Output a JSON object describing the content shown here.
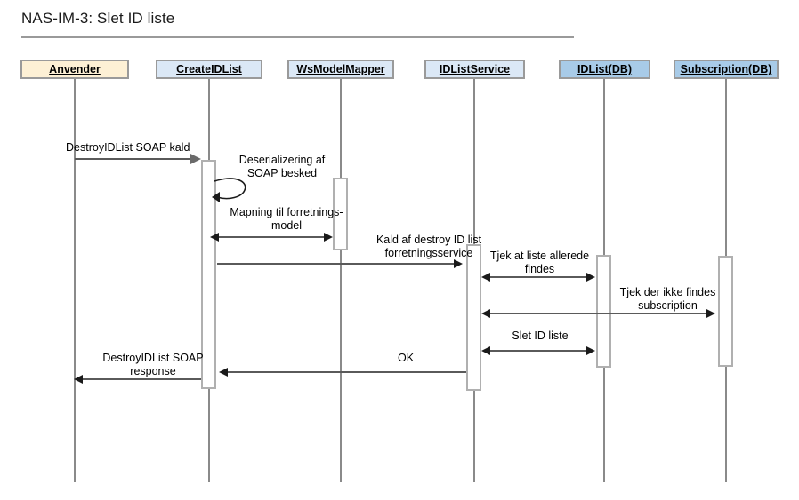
{
  "diagram": {
    "title": "NAS-IM-3: Slet ID liste",
    "type": "uml-sequence-diagram"
  },
  "colors": {
    "actor_fill": "#fdf0d5",
    "component_fill": "#dbe8f6",
    "database_fill": "#a8cbe8",
    "border": "#9a9a9a",
    "line": "#8a8a8a",
    "arrow": "#5a5a5a",
    "text": "#000000"
  },
  "participants": [
    {
      "id": "anvender",
      "label": "Anvender",
      "kind": "actor",
      "fill": "#fdf0d5"
    },
    {
      "id": "createidlist",
      "label": "CreateIDList",
      "kind": "component",
      "fill": "#dbe8f6"
    },
    {
      "id": "wsmodelmapper",
      "label": "WsModelMapper",
      "kind": "component",
      "fill": "#dbe8f6"
    },
    {
      "id": "idlistservice",
      "label": "IDListService",
      "kind": "component",
      "fill": "#dbe8f6"
    },
    {
      "id": "idlistdb",
      "label": "IDList(DB)",
      "kind": "database",
      "fill": "#a8cbe8"
    },
    {
      "id": "subscriptiondb",
      "label": "Subscription(DB)",
      "kind": "database",
      "fill": "#a8cbe8"
    }
  ],
  "messages": [
    {
      "id": "m1",
      "label": "DestroyIDList SOAP kald",
      "from": "anvender",
      "to": "createidlist",
      "style": "solid-arrow"
    },
    {
      "id": "m2",
      "label": "Deserializering af\nSOAP besked",
      "from": "createidlist",
      "to": "createidlist",
      "style": "self-loop"
    },
    {
      "id": "m3",
      "label": "Mapning til forretnings-\nmodel",
      "from": "createidlist",
      "to": "wsmodelmapper",
      "style": "double-arrow"
    },
    {
      "id": "m4",
      "label": "Kald af destroy ID list\nforretningsservice",
      "from": "createidlist",
      "to": "idlistservice",
      "style": "solid-arrow"
    },
    {
      "id": "m5",
      "label": "Tjek at liste allerede\nfindes",
      "from": "idlistservice",
      "to": "idlistdb",
      "style": "double-arrow"
    },
    {
      "id": "m6",
      "label": "Tjek der ikke findes\nsubscription",
      "from": "idlistservice",
      "to": "subscriptiondb",
      "style": "double-arrow"
    },
    {
      "id": "m7",
      "label": "Slet ID liste",
      "from": "idlistservice",
      "to": "idlistdb",
      "style": "double-arrow"
    },
    {
      "id": "m8",
      "label": "OK",
      "from": "idlistservice",
      "to": "createidlist",
      "style": "return-arrow"
    },
    {
      "id": "m9",
      "label": "DestroyIDList SOAP\nresponse",
      "from": "createidlist",
      "to": "anvender",
      "style": "return-arrow"
    }
  ]
}
